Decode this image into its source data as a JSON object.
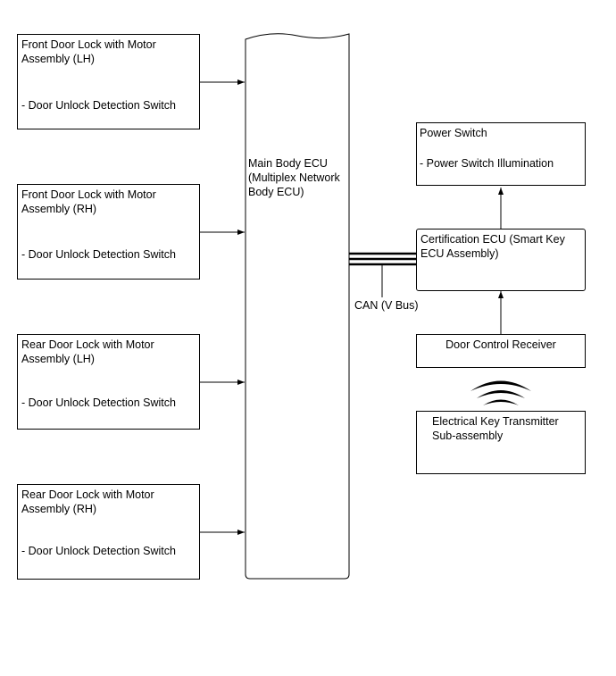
{
  "front_lh": {
    "title": "Front Door Lock with Motor\nAssembly (LH)",
    "sub": "- Door Unlock Detection Switch"
  },
  "front_rh": {
    "title": "Front Door Lock with Motor\nAssembly (RH)",
    "sub": "- Door Unlock Detection Switch"
  },
  "rear_lh": {
    "title": "Rear Door Lock with Motor\nAssembly (LH)",
    "sub": "- Door Unlock Detection Switch"
  },
  "rear_rh": {
    "title": "Rear Door Lock with Motor\nAssembly (RH)",
    "sub": "- Door Unlock Detection Switch"
  },
  "main_ecu": {
    "label": "Main Body ECU\n(Multiplex Network\nBody ECU)"
  },
  "bus": {
    "label": "CAN (V Bus)"
  },
  "power_switch": {
    "title": "Power Switch",
    "sub": "- Power Switch Illumination"
  },
  "cert_ecu": {
    "title": "Certification ECU (Smart Key\nECU Assembly)"
  },
  "receiver": {
    "title": "Door Control Receiver"
  },
  "transmitter": {
    "title": "Electrical Key Transmitter\nSub-assembly"
  }
}
